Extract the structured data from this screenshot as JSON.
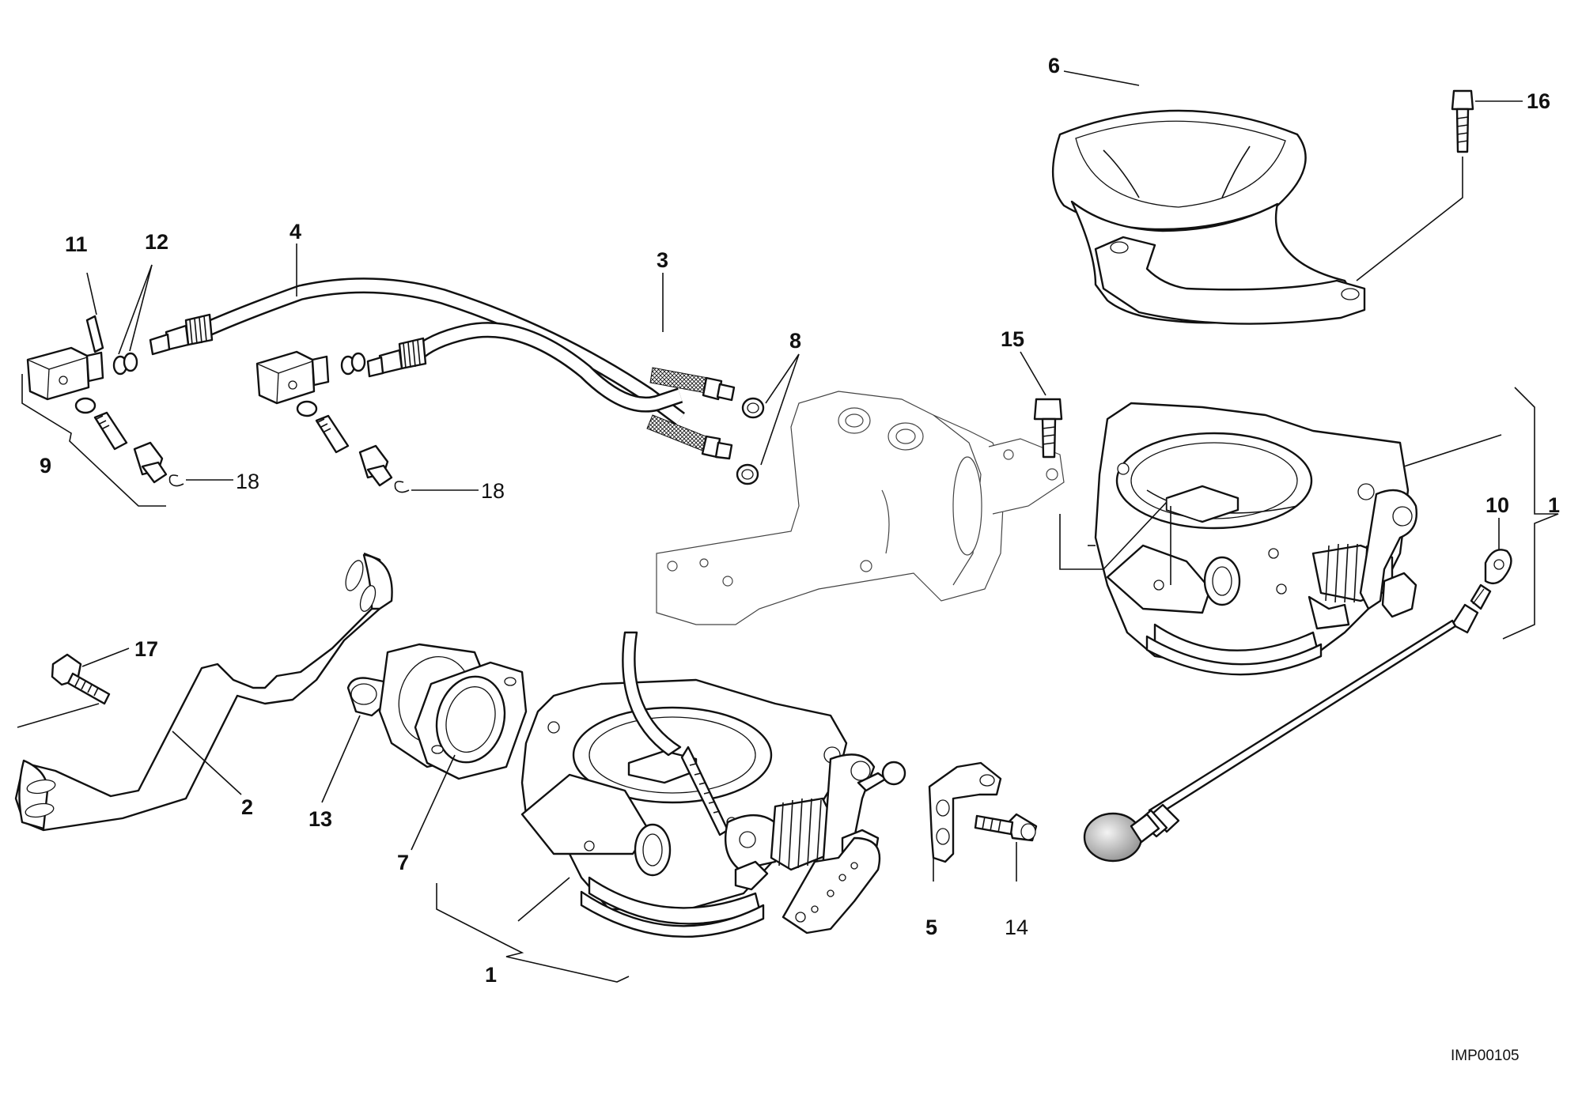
{
  "callouts": {
    "c1_left": "1",
    "c1_right": "1",
    "c2": "2",
    "c3": "3",
    "c4": "4",
    "c5": "5",
    "c6": "6",
    "c7": "7",
    "c8": "8",
    "c9": "9",
    "c10": "10",
    "c11": "11",
    "c12": "12",
    "c13": "13",
    "c14": "14",
    "c15": "15",
    "c16": "16",
    "c17": "17",
    "c18_left": "18",
    "c18_right": "18"
  },
  "drawing_code": "IMP00105"
}
